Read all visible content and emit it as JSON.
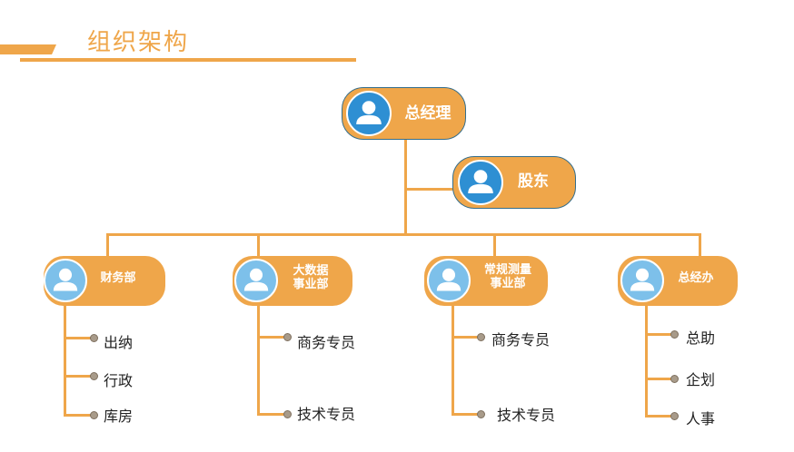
{
  "header": {
    "title": "组织架构"
  },
  "org": {
    "ceo": "总经理",
    "shareholders": "股东",
    "departments": [
      {
        "name": "财务部",
        "items": [
          "出纳",
          "行政",
          "库房"
        ]
      },
      {
        "name": "大数据\n事业部",
        "items": [
          "商务专员",
          "技术专员"
        ]
      },
      {
        "name": "常规测量\n事业部",
        "items": [
          "商务专员",
          "技术专员"
        ]
      },
      {
        "name": "总经办",
        "items": [
          "总助",
          "企划",
          "人事"
        ]
      }
    ]
  },
  "colors": {
    "accent": "#EFA64A",
    "avatar_dark": "#2E8FD3",
    "avatar_light": "#7DC0EA",
    "connector_dot": "#A89B8A"
  }
}
